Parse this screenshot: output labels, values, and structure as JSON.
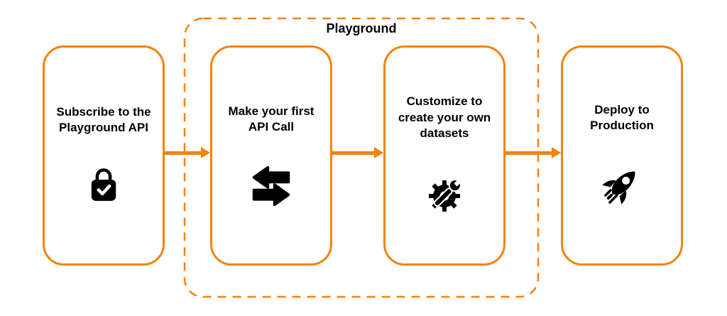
{
  "colors": {
    "accent": "#F5820D",
    "icon_fill": "#000000",
    "canvas_background": "#FFFFFF"
  },
  "diagram": {
    "group_label": "Playground",
    "steps": [
      {
        "label": "Subscribe to the Playground API",
        "icon": "shopping-bag-check-icon"
      },
      {
        "label": "Make your first API Call",
        "icon": "exchange-arrows-icon"
      },
      {
        "label": "Customize to create your own datasets",
        "icon": "gear-wrench-icon"
      },
      {
        "label": "Deploy to Production",
        "icon": "rocket-icon"
      }
    ]
  }
}
